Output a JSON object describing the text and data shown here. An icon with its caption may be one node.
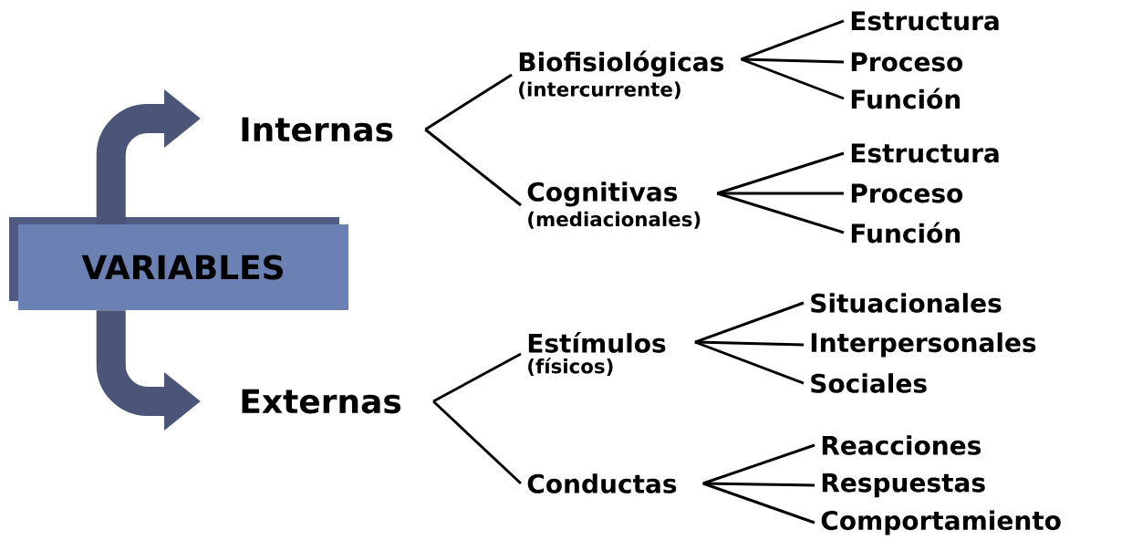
{
  "diagram": {
    "nodes": [
      {
        "text": [
          "VARIABLES"
        ]
      },
      {
        "text": [
          "Internas"
        ]
      },
      {
        "text": [
          "Externas"
        ]
      },
      {
        "text": [
          "Biofisiológicas",
          "(intercurrente)"
        ]
      },
      {
        "text": [
          "Cognitivas",
          "(mediacionales)"
        ]
      },
      {
        "text": [
          "Estímulos",
          "(físicos)"
        ]
      },
      {
        "text": [
          "Conductas"
        ]
      },
      {
        "text": [
          "Estructura"
        ]
      },
      {
        "text": [
          "Proceso"
        ]
      },
      {
        "text": [
          "Función"
        ]
      },
      {
        "text": [
          "Estructura"
        ]
      },
      {
        "text": [
          "Proceso"
        ]
      },
      {
        "text": [
          "Función"
        ]
      },
      {
        "text": [
          "Situacionales"
        ]
      },
      {
        "text": [
          "Interpersonales"
        ]
      },
      {
        "text": [
          "Sociales"
        ]
      },
      {
        "text": [
          "Reacciones"
        ]
      },
      {
        "text": [
          "Respuestas"
        ]
      },
      {
        "text": [
          "Comportamiento"
        ]
      }
    ],
    "edges": [
      {
        "from": 0,
        "to": 1,
        "arrow": "to",
        "style": "thick",
        "color": "#4a5577"
      },
      {
        "from": 0,
        "to": 2,
        "arrow": "to",
        "style": "thick",
        "color": "#4a5577"
      },
      {
        "from": 1,
        "to": 3,
        "arrow": "none"
      },
      {
        "from": 1,
        "to": 4,
        "arrow": "none"
      },
      {
        "from": 2,
        "to": 5,
        "arrow": "none"
      },
      {
        "from": 2,
        "to": 6,
        "arrow": "none"
      },
      {
        "from": 3,
        "to": 7,
        "arrow": "none"
      },
      {
        "from": 3,
        "to": 8,
        "arrow": "none"
      },
      {
        "from": 3,
        "to": 9,
        "arrow": "none"
      },
      {
        "from": 4,
        "to": 10,
        "arrow": "none"
      },
      {
        "from": 4,
        "to": 11,
        "arrow": "none"
      },
      {
        "from": 4,
        "to": 12,
        "arrow": "none"
      },
      {
        "from": 5,
        "to": 13,
        "arrow": "none"
      },
      {
        "from": 5,
        "to": 14,
        "arrow": "none"
      },
      {
        "from": 5,
        "to": 15,
        "arrow": "none"
      },
      {
        "from": 6,
        "to": 16,
        "arrow": "none"
      },
      {
        "from": 6,
        "to": 17,
        "arrow": "none"
      },
      {
        "from": 6,
        "to": 18,
        "arrow": "none"
      }
    ]
  }
}
